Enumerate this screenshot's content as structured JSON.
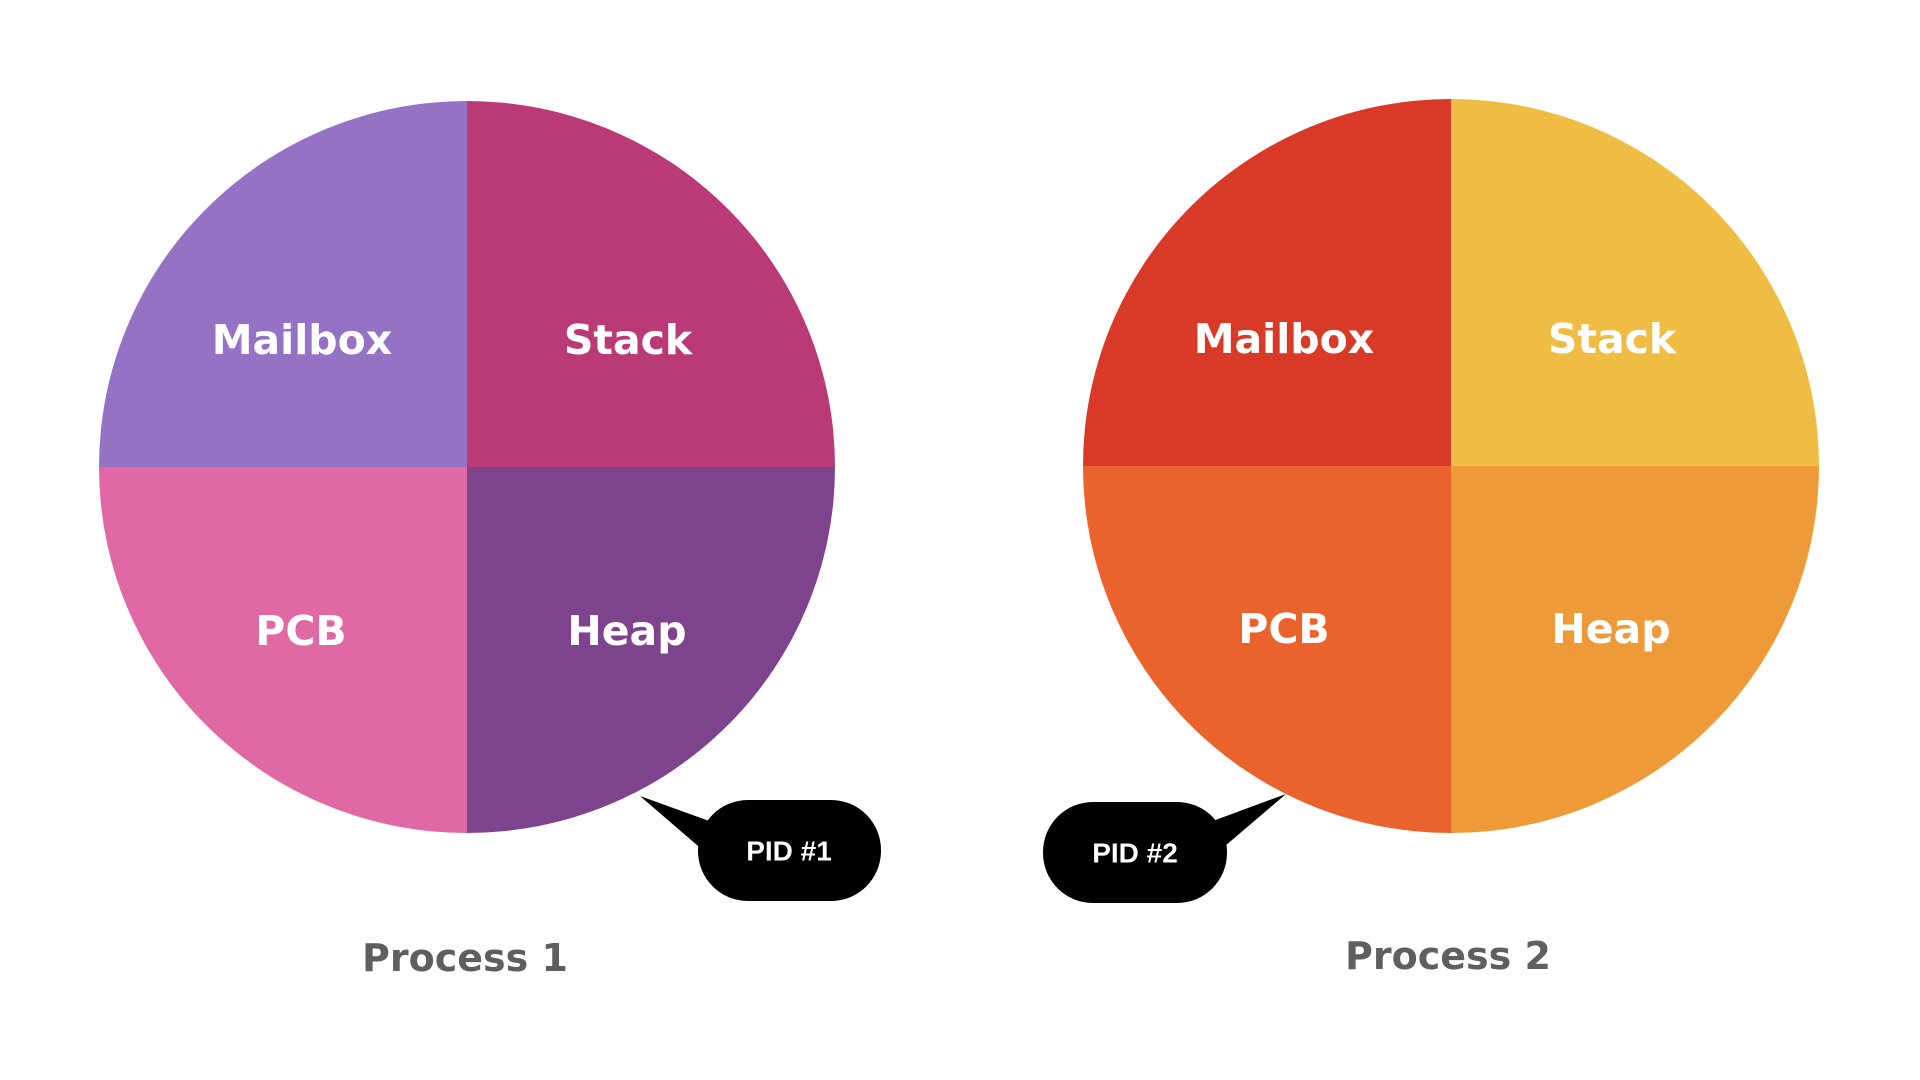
{
  "processes": [
    {
      "quadrants": {
        "top_left": {
          "label": "Mailbox",
          "color": "#9672c4"
        },
        "top_right": {
          "label": "Stack",
          "color": "#ba3a78"
        },
        "bottom_left": {
          "label": "PCB",
          "color": "#df68a5"
        },
        "bottom_right": {
          "label": "Heap",
          "color": "#7d438c"
        }
      },
      "pid_label": "PID #1",
      "pid_bubble_color": "#000000",
      "name": "Process 1"
    },
    {
      "quadrants": {
        "top_left": {
          "label": "Mailbox",
          "color": "#d93a27"
        },
        "top_right": {
          "label": "Stack",
          "color": "#efbd43"
        },
        "bottom_left": {
          "label": "PCB",
          "color": "#eb632c"
        },
        "bottom_right": {
          "label": "Heap",
          "color": "#ef9a38"
        }
      },
      "pid_label": "PID #2",
      "pid_bubble_color": "#000000",
      "name": "Process 2"
    }
  ],
  "colors": {
    "background": "#ffffff",
    "quadrant_text": "#ffffff",
    "process_name_text": "#5f5f5f"
  }
}
